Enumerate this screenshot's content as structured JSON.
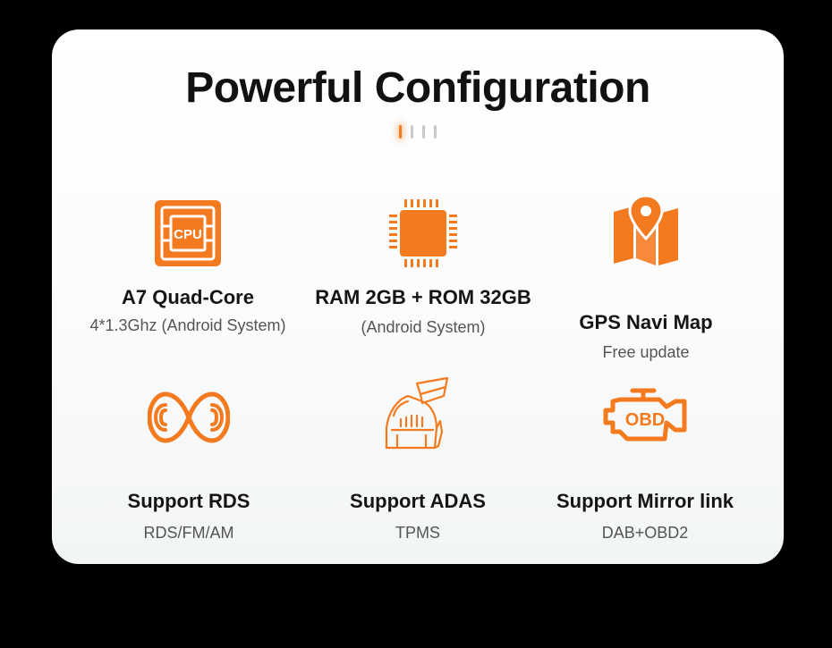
{
  "heading": "Powerful Configuration",
  "accent_color": "#F47A1F",
  "indicator": {
    "count": 4,
    "active_index": 0
  },
  "features": [
    {
      "icon": "cpu-icon",
      "icon_text": "CPU",
      "title": "A7 Quad-Core",
      "subtitle": "4*1.3Ghz (Android System)"
    },
    {
      "icon": "memory-chip-icon",
      "title": "RAM 2GB + ROM 32GB",
      "subtitle": "(Android System)"
    },
    {
      "icon": "map-pin-icon",
      "title": "GPS Navi Map",
      "subtitle": "Free update"
    },
    {
      "icon": "rds-signal-icon",
      "title": "Support RDS",
      "subtitle": "RDS/FM/AM"
    },
    {
      "icon": "dash-camera-icon",
      "title": "Support ADAS",
      "subtitle": "TPMS"
    },
    {
      "icon": "obd-engine-icon",
      "icon_text": "OBD",
      "title": "Support Mirror link",
      "subtitle": "DAB+OBD2"
    }
  ]
}
